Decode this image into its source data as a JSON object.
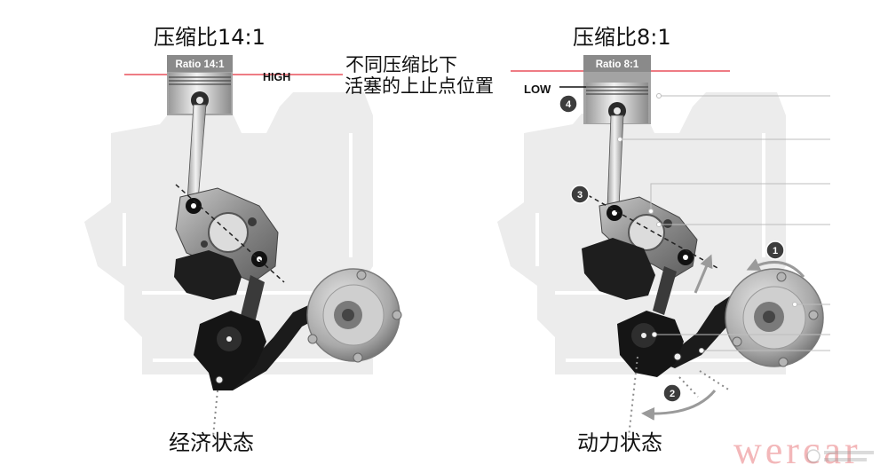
{
  "diagram": {
    "high_ratio": {
      "title": "压缩比14:1",
      "piston_label": "Ratio 14:1",
      "tdc_label": "HIGH",
      "state": "经济状态"
    },
    "low_ratio": {
      "title": "压缩比8:1",
      "piston_label": "Ratio 8:1",
      "tdc_label": "LOW",
      "state": "动力状态",
      "callouts": [
        "4",
        "3",
        "1",
        "2"
      ]
    },
    "caption": {
      "line1": "不同压缩比下",
      "line2": "活塞的上止点位置"
    },
    "watermark": "wercar",
    "colors": {
      "tdc_line": "#e8505b",
      "callout": "#3d3d3d",
      "watermark": "#f3b7b9",
      "engine_block": "#ececec"
    }
  }
}
